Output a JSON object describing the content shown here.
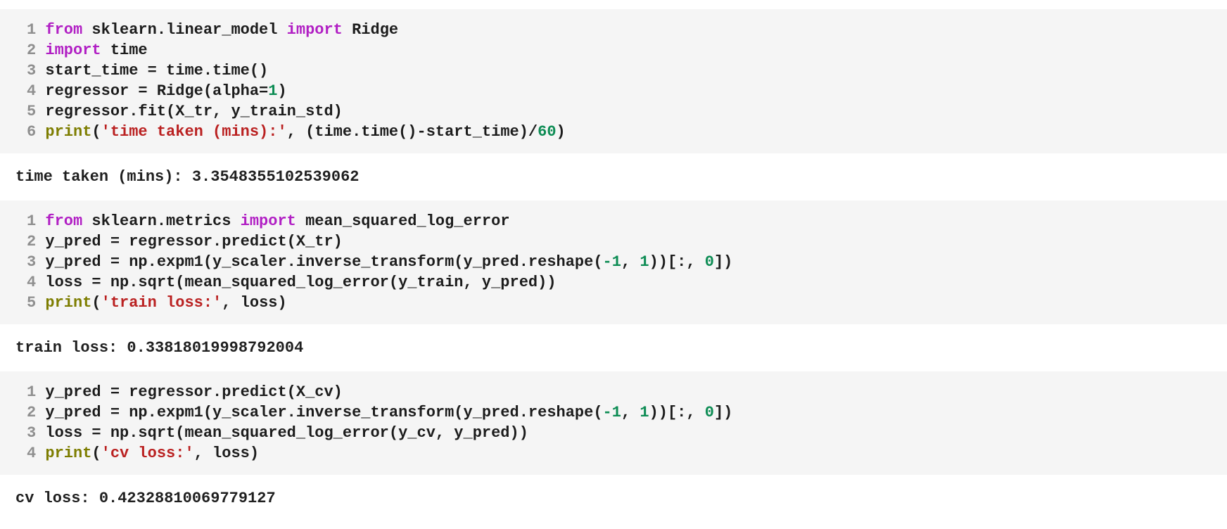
{
  "notebook": {
    "colors": {
      "cell_bg": "#f5f5f5",
      "keyword": "#b11fc4",
      "builtin": "#7d7d00",
      "string": "#ba2121",
      "number": "#0d8c54",
      "code_text": "#1c1c1c",
      "line_number": "#8f8f8f",
      "output_text": "#1f1f1f"
    },
    "cells": [
      {
        "kind": "code",
        "name": "code-cell-ridge-fit",
        "lines": [
          {
            "n": "1",
            "tokens": [
              {
                "c": "kw",
                "t": "from"
              },
              {
                "c": "tx",
                "t": " sklearn.linear_model "
              },
              {
                "c": "kw",
                "t": "import"
              },
              {
                "c": "tx",
                "t": " Ridge"
              }
            ]
          },
          {
            "n": "2",
            "tokens": [
              {
                "c": "kw",
                "t": "import"
              },
              {
                "c": "tx",
                "t": " time"
              }
            ]
          },
          {
            "n": "3",
            "tokens": [
              {
                "c": "tx",
                "t": "start_time = time.time()"
              }
            ]
          },
          {
            "n": "4",
            "tokens": [
              {
                "c": "tx",
                "t": "regressor = Ridge(alpha="
              },
              {
                "c": "nu",
                "t": "1"
              },
              {
                "c": "tx",
                "t": ")"
              }
            ]
          },
          {
            "n": "5",
            "tokens": [
              {
                "c": "tx",
                "t": "regressor.fit(X_tr, y_train_std)"
              }
            ]
          },
          {
            "n": "6",
            "tokens": [
              {
                "c": "bi",
                "t": "print"
              },
              {
                "c": "tx",
                "t": "("
              },
              {
                "c": "st",
                "t": "'time taken (mins):'"
              },
              {
                "c": "tx",
                "t": ", (time.time()-start_time)/"
              },
              {
                "c": "nu",
                "t": "60"
              },
              {
                "c": "tx",
                "t": ")"
              }
            ]
          }
        ]
      },
      {
        "kind": "output",
        "name": "output-time-taken",
        "text": "time taken (mins): 3.3548355102539062"
      },
      {
        "kind": "code",
        "name": "code-cell-train-loss",
        "lines": [
          {
            "n": "1",
            "tokens": [
              {
                "c": "kw",
                "t": "from"
              },
              {
                "c": "tx",
                "t": " sklearn.metrics "
              },
              {
                "c": "kw",
                "t": "import"
              },
              {
                "c": "tx",
                "t": " mean_squared_log_error"
              }
            ]
          },
          {
            "n": "2",
            "tokens": [
              {
                "c": "tx",
                "t": "y_pred = regressor.predict(X_tr)"
              }
            ]
          },
          {
            "n": "3",
            "tokens": [
              {
                "c": "tx",
                "t": "y_pred = np.expm1(y_scaler.inverse_transform(y_pred.reshape("
              },
              {
                "c": "nu",
                "t": "-1"
              },
              {
                "c": "tx",
                "t": ", "
              },
              {
                "c": "nu",
                "t": "1"
              },
              {
                "c": "tx",
                "t": "))[:, "
              },
              {
                "c": "nu",
                "t": "0"
              },
              {
                "c": "tx",
                "t": "])"
              }
            ]
          },
          {
            "n": "4",
            "tokens": [
              {
                "c": "tx",
                "t": "loss = np.sqrt(mean_squared_log_error(y_train, y_pred))"
              }
            ]
          },
          {
            "n": "5",
            "tokens": [
              {
                "c": "bi",
                "t": "print"
              },
              {
                "c": "tx",
                "t": "("
              },
              {
                "c": "st",
                "t": "'train loss:'"
              },
              {
                "c": "tx",
                "t": ", loss)"
              }
            ]
          }
        ]
      },
      {
        "kind": "output",
        "name": "output-train-loss",
        "text": "train loss: 0.33818019998792004"
      },
      {
        "kind": "code",
        "name": "code-cell-cv-loss",
        "lines": [
          {
            "n": "1",
            "tokens": [
              {
                "c": "tx",
                "t": "y_pred = regressor.predict(X_cv)"
              }
            ]
          },
          {
            "n": "2",
            "tokens": [
              {
                "c": "tx",
                "t": "y_pred = np.expm1(y_scaler.inverse_transform(y_pred.reshape("
              },
              {
                "c": "nu",
                "t": "-1"
              },
              {
                "c": "tx",
                "t": ", "
              },
              {
                "c": "nu",
                "t": "1"
              },
              {
                "c": "tx",
                "t": "))[:, "
              },
              {
                "c": "nu",
                "t": "0"
              },
              {
                "c": "tx",
                "t": "])"
              }
            ]
          },
          {
            "n": "3",
            "tokens": [
              {
                "c": "tx",
                "t": "loss = np.sqrt(mean_squared_log_error(y_cv, y_pred))"
              }
            ]
          },
          {
            "n": "4",
            "tokens": [
              {
                "c": "bi",
                "t": "print"
              },
              {
                "c": "tx",
                "t": "("
              },
              {
                "c": "st",
                "t": "'cv loss:'"
              },
              {
                "c": "tx",
                "t": ", loss)"
              }
            ]
          }
        ]
      },
      {
        "kind": "output",
        "name": "output-cv-loss",
        "text": "cv loss: 0.42328810069779127"
      }
    ]
  }
}
